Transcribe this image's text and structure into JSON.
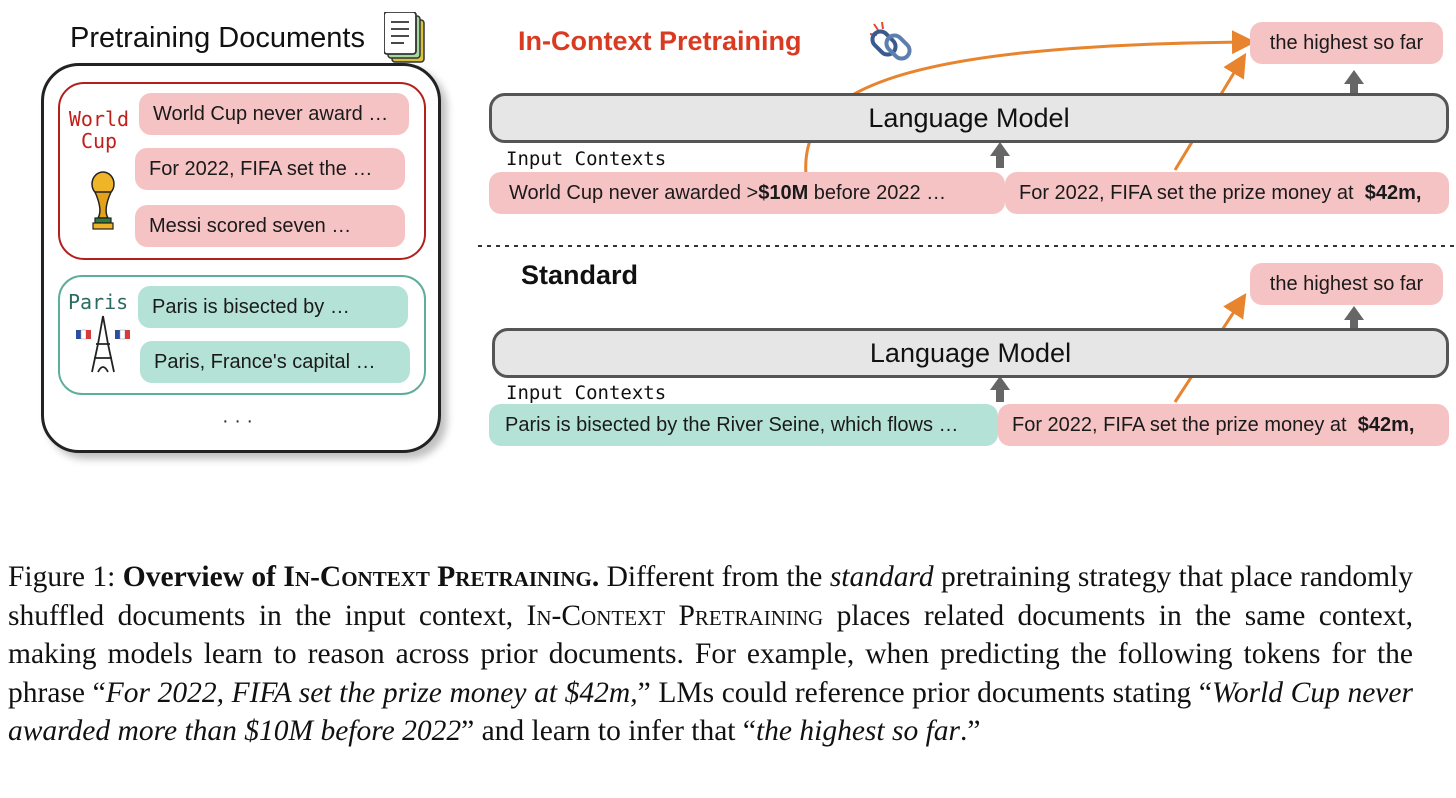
{
  "left_panel": {
    "title": "Pretraining Documents",
    "groups": [
      {
        "label_line1": "World",
        "label_line2": "Cup",
        "label_color": "#c0201c",
        "docs": [
          "World Cup never award …",
          "For 2022, FIFA set the …",
          "Messi scored seven …"
        ]
      },
      {
        "label_line1": "Paris",
        "label_color": "#2c6a5e",
        "docs": [
          "Paris is bisected by …",
          "Paris, France's capital …"
        ]
      }
    ],
    "ellipsis": "· · ·"
  },
  "icl": {
    "title": "In-Context Pretraining",
    "title_color": "#d93a22",
    "output": "the highest so far",
    "model_label": "Language Model",
    "contexts_label": "Input Contexts",
    "ctx1": {
      "pre": "World Cup never awarded > ",
      "bold": "$10M",
      "post": " before 2022 …"
    },
    "ctx2": {
      "pre": "For 2022, FIFA set the prize money at  ",
      "bold": "$42m,"
    }
  },
  "standard": {
    "title": "Standard",
    "output": "the highest so far",
    "model_label": "Language Model",
    "contexts_label": "Input Contexts",
    "ctx1": "Paris is bisected by the River Seine, which flows …",
    "ctx2": {
      "pre": "For 2022, FIFA set the prize money at  ",
      "bold": "$42m,"
    }
  },
  "colors": {
    "pink": "#f6c3c5",
    "teal": "#b5e2d6",
    "arrow_orange": "#e8832e",
    "arrow_gray": "#666666"
  },
  "caption": {
    "lead": "Figure 1: ",
    "bold_prefix": "Overview of ",
    "method": "In-Context Pretraining",
    "bold_suffix": ".",
    "s1": " Different from the ",
    "s1_italic": "standard",
    "s2": " pretraining strategy that place randomly shuffled documents in the input context, ",
    "method2": "In-Context Pretraining",
    "s3": " places related documents in the same context, making models learn to reason across prior documents. For example, when predicting the following tokens for the phrase “",
    "q1": "For 2022, FIFA set the prize money at $42m,",
    "s4": "” LMs could reference prior documents stating “",
    "q2": "World Cup never awarded more than $10M before 2022",
    "s5": "” and learn to infer that “",
    "q3": "the highest so far",
    "s6": ".”"
  }
}
